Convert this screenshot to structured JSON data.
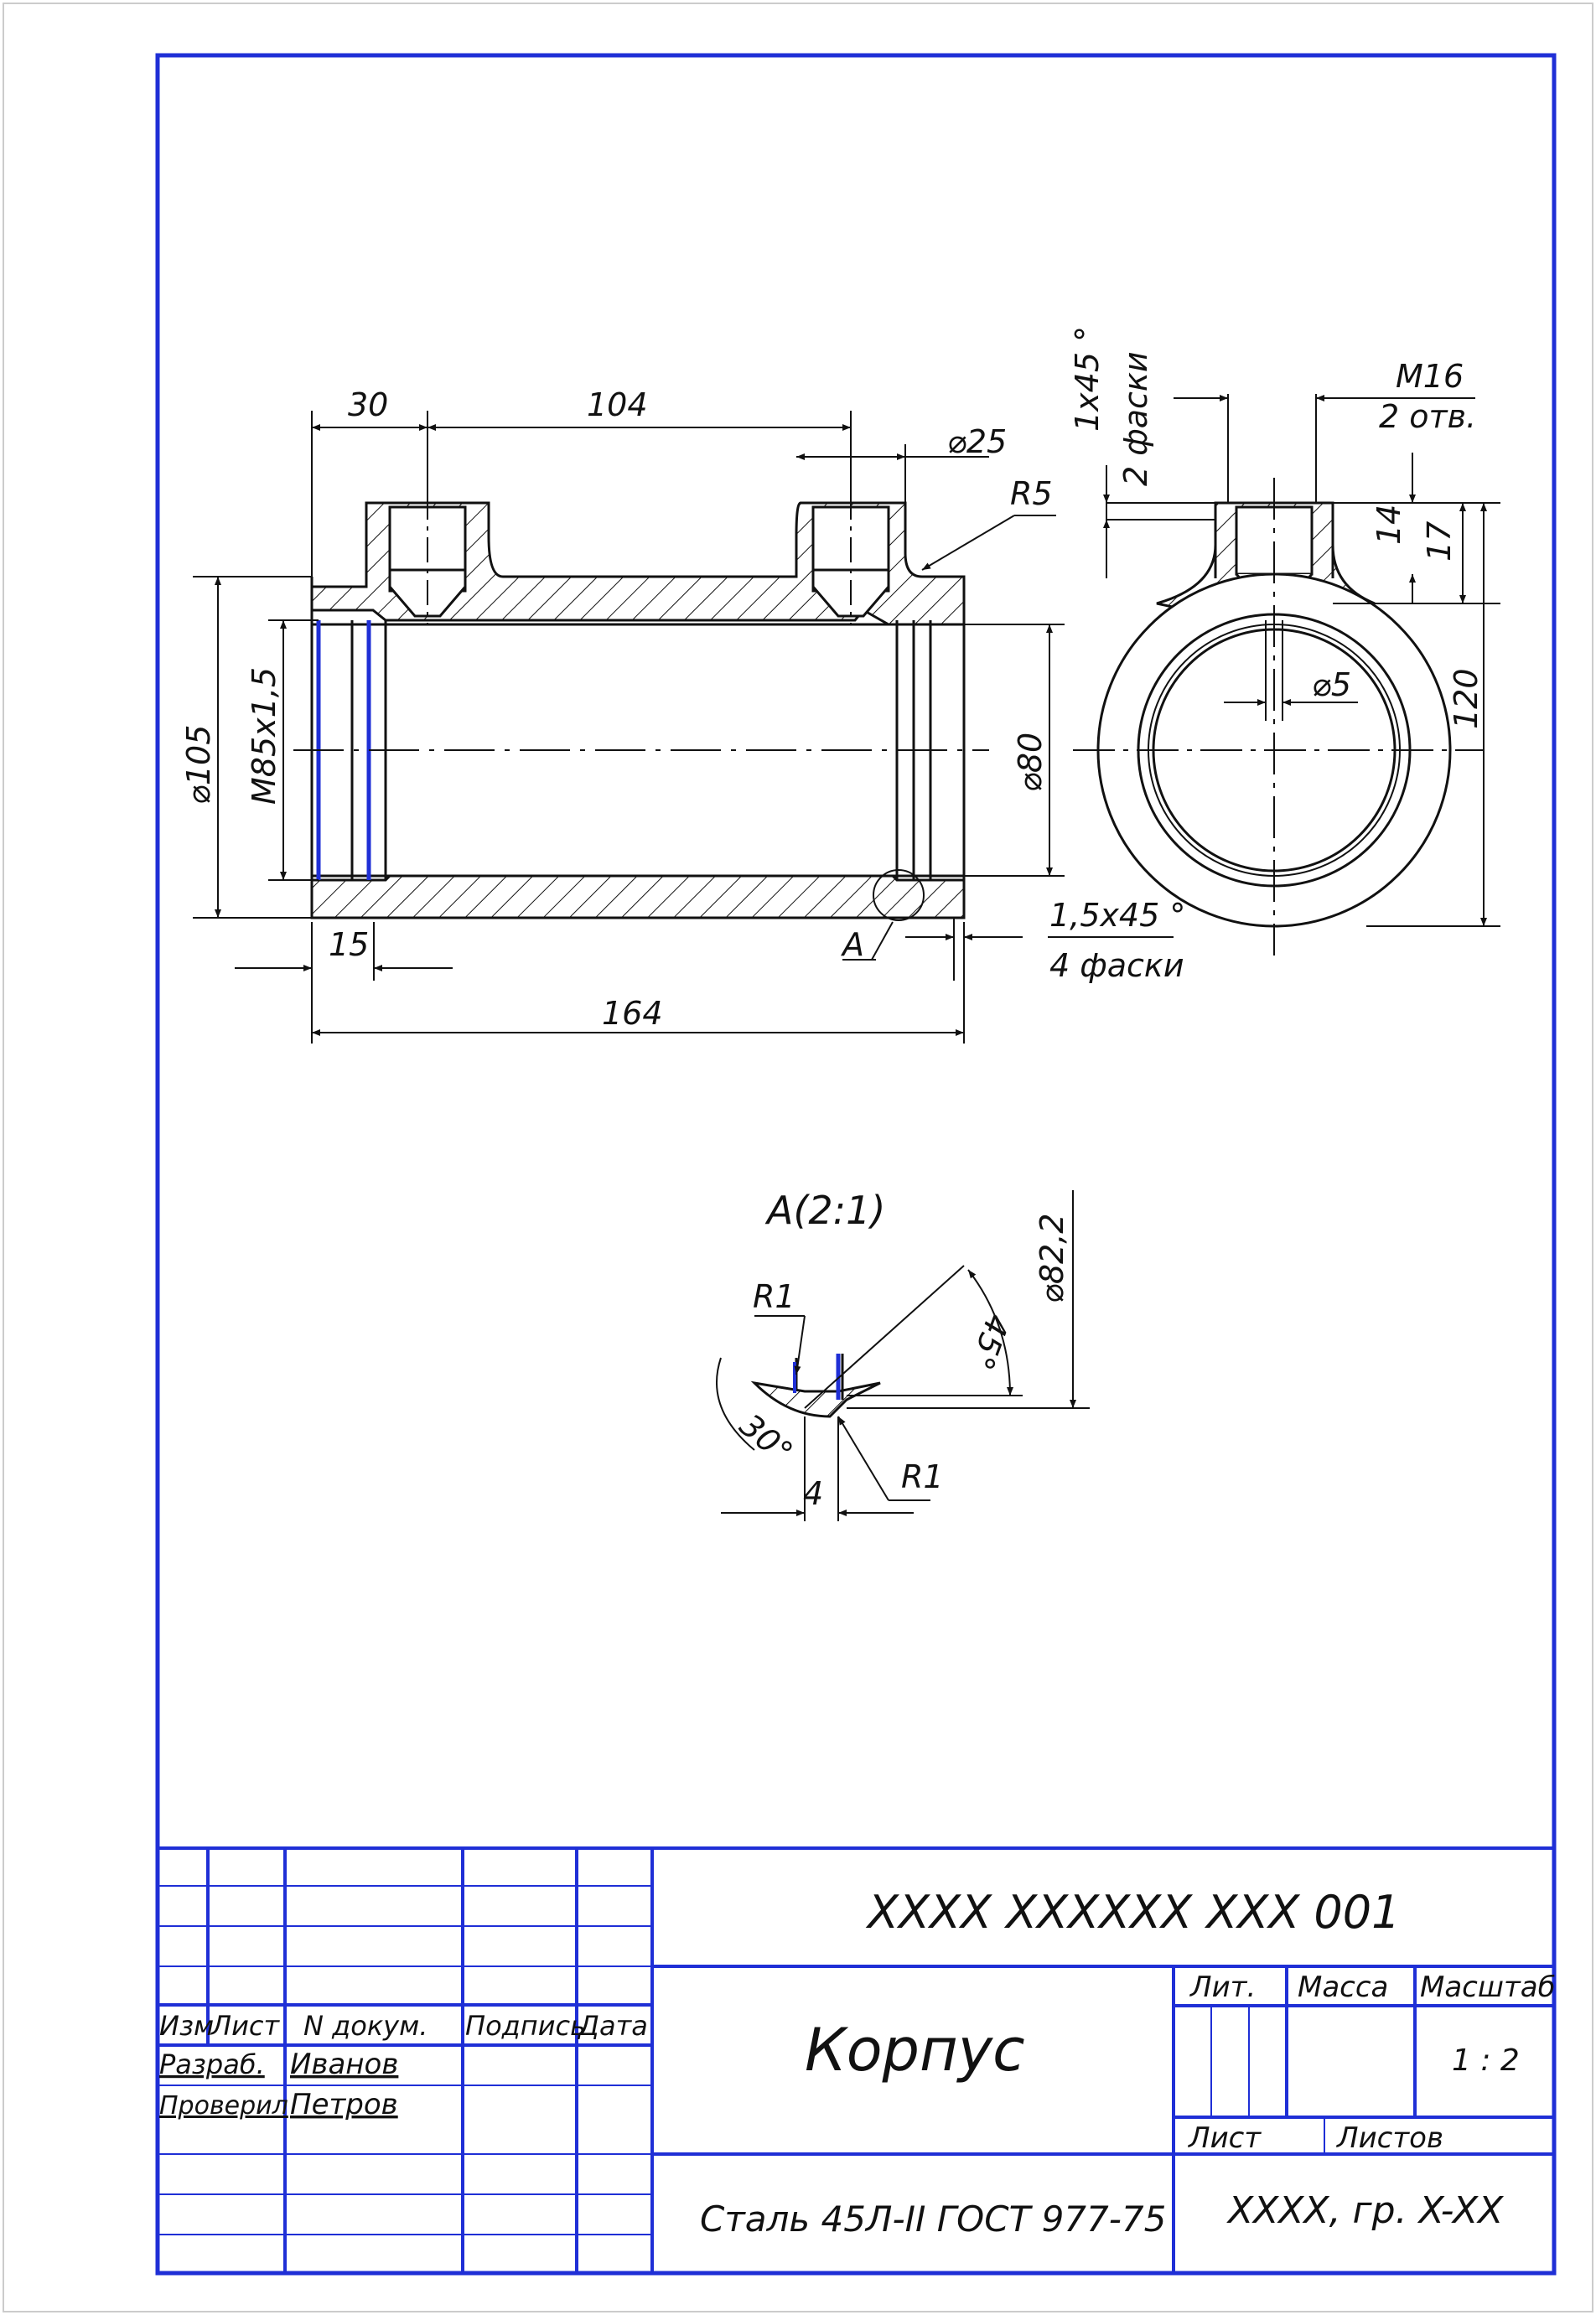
{
  "colors": {
    "frame": "#1f2fd6",
    "line": "#111111",
    "accent": "#1f2fd6",
    "label": "#5a1f2a"
  },
  "main_view": {
    "dims": {
      "d30": "30",
      "d104": "104",
      "dia25": "⌀25",
      "r5": "R5",
      "dia105": "⌀105",
      "m85": "M85x1,5",
      "dia80": "⌀80",
      "d15": "15",
      "d164": "164",
      "chamfer_4": "1,5x45 °",
      "chamfer_4_count": "4 фаски",
      "callout_a": "A"
    }
  },
  "side_view": {
    "dims": {
      "chamfer_2": "1x45 °",
      "chamfer_2_count": "2 фаски",
      "m16": "M16",
      "m16_count": "2 отв.",
      "d14": "14",
      "d17": "17",
      "dia5": "⌀5",
      "d120": "120"
    }
  },
  "detail_a": {
    "title": "A(2:1)",
    "dims": {
      "r1_top": "R1",
      "r1_bottom": "R1",
      "dia82_2": "⌀82,2",
      "angle45": "45°",
      "angle30": "30°",
      "d4": "4"
    }
  },
  "title_block": {
    "designation": "XXXX XXXXXX XXX 001",
    "part_name": "Корпус",
    "material": "Сталь 45Л-II  ГОСТ 977-75",
    "organization": "XXXX,  гр.  X-XX",
    "scale": "1 : 2",
    "headers": {
      "izm": "Изм",
      "list": "Лист",
      "ndoc": "N докум.",
      "podpis": "Подпись",
      "data": "Дата",
      "lit": "Лит.",
      "massa": "Масса",
      "masshtab": "Масштаб",
      "list2": "Лист",
      "listov": "Листов"
    },
    "roles": {
      "developed": "Разраб.",
      "checked": "Проверил"
    },
    "names": {
      "developer": "Иванов",
      "checker": "Петров"
    }
  }
}
